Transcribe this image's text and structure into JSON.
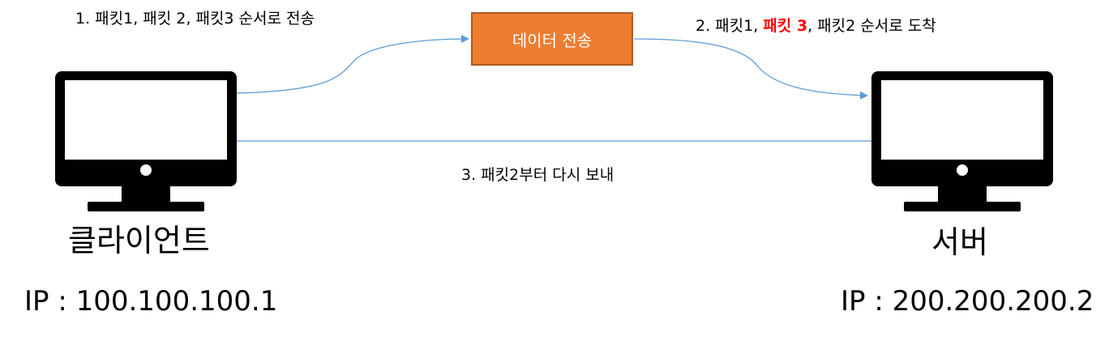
{
  "step1": {
    "text": "1. 패킷1, 패킷 2, 패킷3 순서로 전송"
  },
  "transfer_box": {
    "label": "데이터 전송"
  },
  "step2": {
    "prefix": "2. 패킷1, ",
    "highlight": "패킷 3",
    "suffix": ", 패킷2 순서로 도착"
  },
  "step3": {
    "text": "3. 패킷2부터 다시 보내"
  },
  "client": {
    "name": "클라이언트",
    "ip": "IP : 100.100.100.1"
  },
  "server": {
    "name": "서버",
    "ip": "IP : 200.200.200.2"
  },
  "colors": {
    "arrow": "#5b9bd5",
    "box_fill": "#ed7d31",
    "highlight": "#ff0000",
    "monitor": "#000000"
  },
  "icons": {
    "client": "computer-monitor-icon",
    "server": "computer-monitor-icon"
  }
}
